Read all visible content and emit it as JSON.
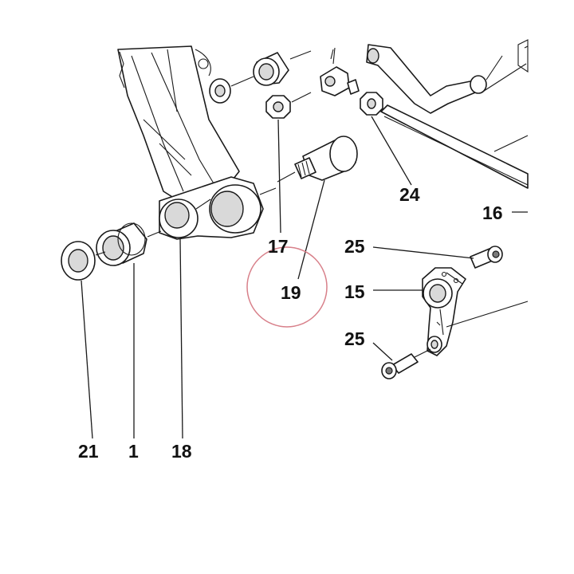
{
  "callouts": [
    {
      "id": "c21",
      "label": "21"
    },
    {
      "id": "c1",
      "label": "1"
    },
    {
      "id": "c18",
      "label": "18"
    },
    {
      "id": "c17",
      "label": "17"
    },
    {
      "id": "c19",
      "label": "19"
    },
    {
      "id": "c24",
      "label": "24"
    },
    {
      "id": "c16",
      "label": "16"
    },
    {
      "id": "c25a",
      "label": "25"
    },
    {
      "id": "c15",
      "label": "15"
    },
    {
      "id": "c25b",
      "label": "25"
    }
  ],
  "highlight": {
    "target": "19",
    "color": "#d8808a"
  },
  "colors": {
    "line": "#1a1a1a",
    "shade": "#d9d9d9"
  }
}
